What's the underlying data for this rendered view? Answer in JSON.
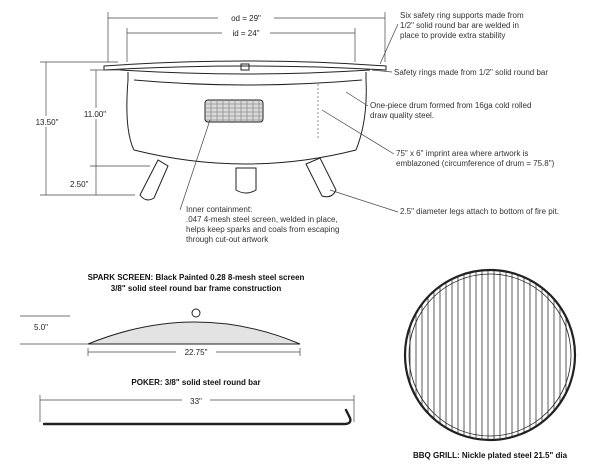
{
  "dimensions": {
    "od": "od = 29\"",
    "id": "id = 24\"",
    "height_total": "13.50\"",
    "height_drum": "11.00\"",
    "height_legs": "2.50\"",
    "spark_height": "5.0\"",
    "spark_width": "22.75\"",
    "poker_length": "33\""
  },
  "callouts": {
    "ring_supports": [
      "Six safety ring supports made from",
      "1/2\" solid round bar are welded in",
      "place to provide extra stability"
    ],
    "safety_rings": [
      "Safety rings made from 1/2\" solid round bar"
    ],
    "drum": [
      "One-piece drum formed from 16ga cold rolled",
      "draw quality steel."
    ],
    "imprint": [
      "75\" x 6\" imprint area where artwork is",
      "emblazoned (circumference of drum = 75.8\")"
    ],
    "legs": [
      "2.5\" diameter legs attach to bottom of fire pit."
    ],
    "inner": [
      "Inner containment:",
      ".047 4-mesh steel screen, welded in place,",
      "helps keep sparks and coals from escaping",
      "through cut-out artwork"
    ]
  },
  "captions": {
    "spark_screen": [
      "SPARK SCREEN:  Black Painted 0.28 8-mesh steel screen",
      "3/8\" solid steel round bar frame construction"
    ],
    "poker": "POKER:  3/8\" solid steel round bar",
    "bbq_grill": "BBQ GRILL: Nickle plated steel 21.5\" dia"
  }
}
